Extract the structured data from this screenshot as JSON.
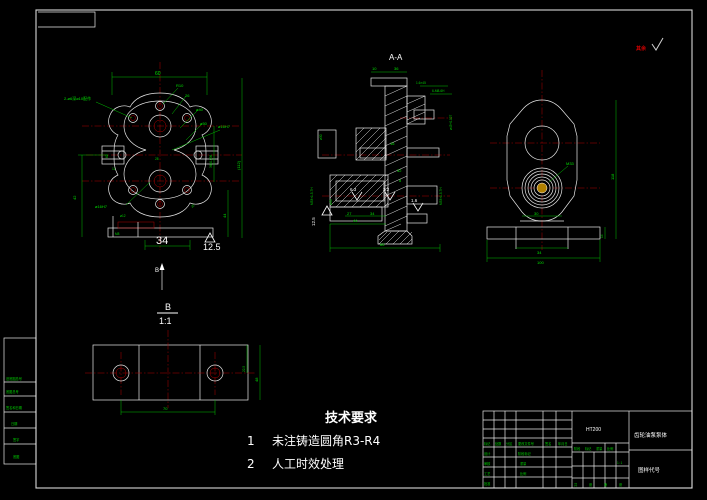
{
  "document": {
    "type": "cad-technical-drawing",
    "background": "#000000",
    "line_color": "#ffffff",
    "dimension_color": "#00e000",
    "centerline_color": "#b00000"
  },
  "views": {
    "front": {
      "label": "",
      "dimensions": {
        "top_width": "60",
        "bolt_circle": "R10",
        "d1": "26",
        "d2": "ø40",
        "d3": "ø50",
        "d4": "ø16H7",
        "d5": "ø16H7",
        "note_left": "2-ø6深ø10配作",
        "left_v": "42",
        "right_v": "(112)",
        "right_v2": "44",
        "right_tol": "36±0.036",
        "bottom_w": "34",
        "small_1": "10",
        "small_2": "11",
        "small_3": "28",
        "small_4": "62",
        "small_5": "ø12",
        "small_6": "M8",
        "small_7": "20",
        "surface": "12.5"
      }
    },
    "section_aa": {
      "label": "A-A",
      "dimensions": {
        "t1": "10",
        "t2": "36",
        "t3": "1.6×45",
        "t4": "6-M8-6H",
        "t5": "ø45+0.027",
        "t6": "16",
        "t7": "32",
        "t8": "8",
        "t9": "27",
        "t10": "34",
        "t11": "44",
        "t12": "86",
        "t13": "ø30",
        "t14": "ø30",
        "t15": "M33×1.5-7H",
        "surf_a": "6.3",
        "surf_b": "3.2",
        "surf_c": "1.6",
        "surf_d": "12.5"
      }
    },
    "side": {
      "label": "",
      "dimensions": {
        "height": "118",
        "base_w": "100",
        "inner_w": "34",
        "boss_w": "30",
        "thread": "M33",
        "base_h": "14"
      }
    },
    "section_bb": {
      "label": "B",
      "scale": "1:1",
      "arrow_label": "B",
      "dimensions": {
        "width": "70",
        "height": "48",
        "mid": "22.5"
      }
    }
  },
  "technical_requirements": {
    "title": "技术要求",
    "items": [
      {
        "no": "1",
        "text": "未注铸造圆角R3-R4"
      },
      {
        "no": "2",
        "text": "人工时效处理"
      }
    ]
  },
  "corner_mark": {
    "text": "其余",
    "symbol": "√"
  },
  "title_block": {
    "material": "HT200",
    "part_name": "齿轮油泵泵体",
    "drawing_code": "图样代号",
    "scale_value": "1: 1",
    "left_headers": [
      "标记",
      "处数",
      "分区",
      "更改文件号",
      "签名",
      "年月日"
    ],
    "left_rows": [
      "设计",
      "审核",
      "工艺",
      "批准"
    ],
    "mid_rows": [
      "阶段标记",
      "重量",
      "比例"
    ],
    "right_headers": [
      "阶段",
      "标记",
      "重量",
      "比例"
    ],
    "bottom_labels": [
      "共",
      "张",
      "第",
      "张"
    ]
  },
  "left_margin_table": {
    "rows": [
      "旧底图总号",
      "底图总号",
      "签名和日期",
      "日期",
      "签字",
      "底图"
    ]
  }
}
